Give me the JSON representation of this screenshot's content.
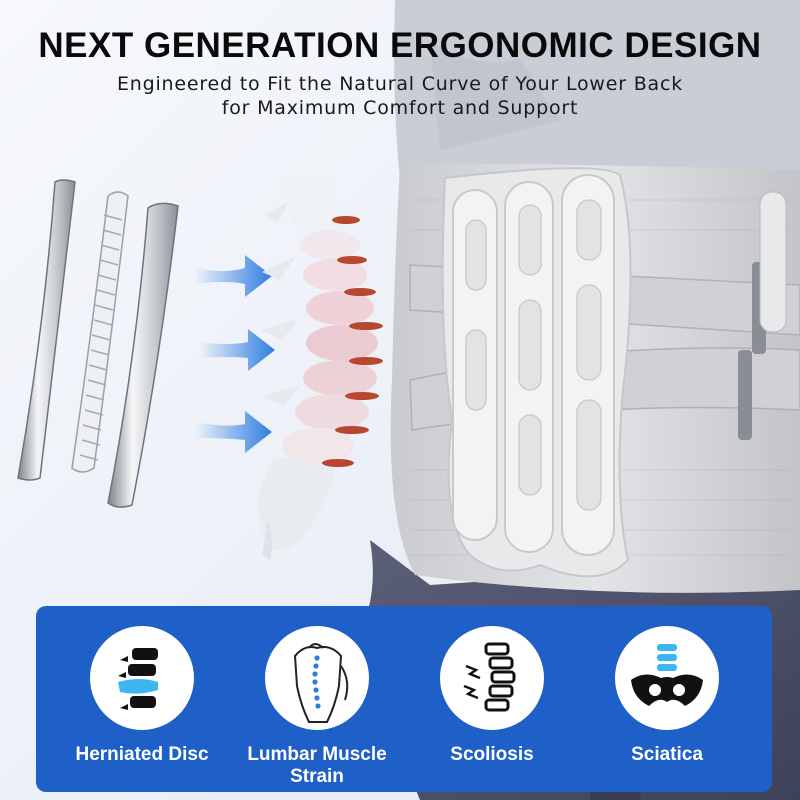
{
  "header": {
    "title": "NEXT GENERATION ERGONOMIC DESIGN",
    "subtitle_line1": "Engineered to Fit the Natural Curve of Your Lower Back",
    "subtitle_line2": "for Maximum Comfort and Support"
  },
  "conditions": [
    {
      "label": "Herniated Disc",
      "icon": "herniated-disc-icon"
    },
    {
      "label": "Lumbar Muscle Strain",
      "icon": "lumbar-strain-icon"
    },
    {
      "label": "Scoliosis",
      "icon": "scoliosis-icon"
    },
    {
      "label": "Sciatica",
      "icon": "sciatica-icon"
    }
  ],
  "colors": {
    "panel": "#1f5fc8",
    "accent": "#2f7de0",
    "highlight": "#3cb6f0",
    "brace": "#d9dadc"
  }
}
